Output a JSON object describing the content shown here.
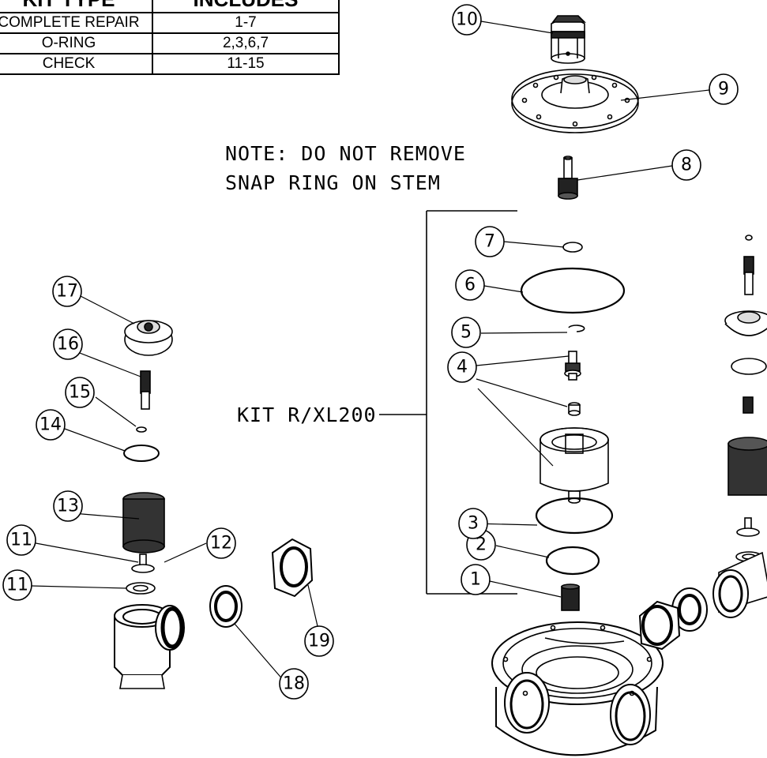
{
  "kit_table": {
    "headers": [
      "KIT TYPE",
      "INCLUDES"
    ],
    "rows": [
      {
        "type": "COMPLETE REPAIR",
        "includes": "1-7"
      },
      {
        "type": "O-RING",
        "includes": "2,3,6,7"
      },
      {
        "type": "CHECK",
        "includes": "11-15"
      }
    ]
  },
  "note": {
    "line1": "NOTE: DO NOT REMOVE",
    "line2": "SNAP RING ON STEM"
  },
  "kit_label": "KIT R/XL200",
  "callouts": [
    "1",
    "2",
    "3",
    "4",
    "5",
    "6",
    "7",
    "8",
    "9",
    "10",
    "11",
    "11",
    "12",
    "13",
    "14",
    "15",
    "16",
    "17",
    "18",
    "19"
  ]
}
